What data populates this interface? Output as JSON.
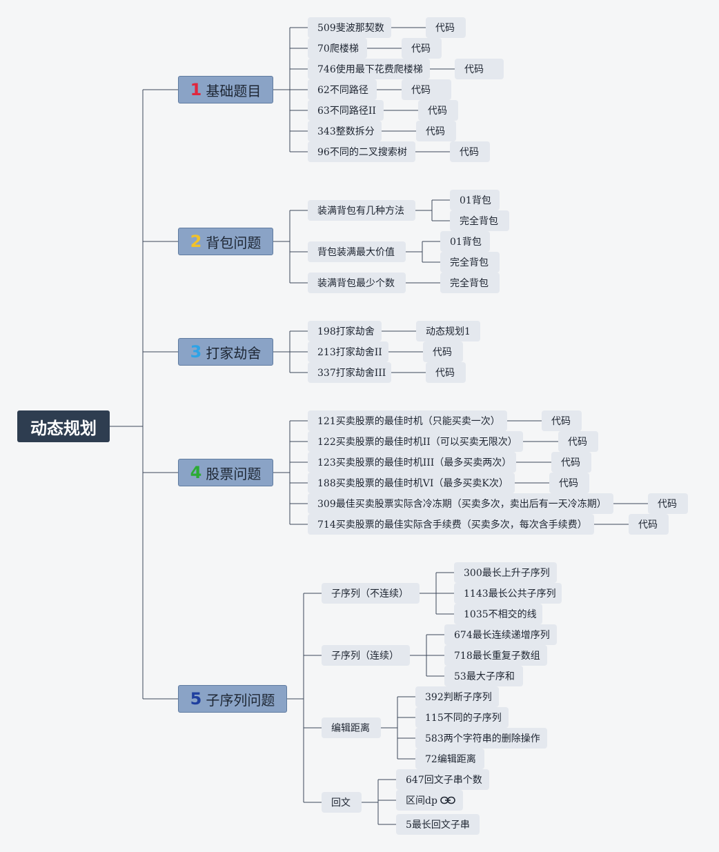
{
  "root": "动态规划",
  "colors": {
    "line": "#3a4658",
    "root_bg": "#2e3d50",
    "main_bg": "#8aa3c6",
    "leaf_bg": "#e4e8ee",
    "num_1": "#e0263d",
    "num_2": "#f2c229",
    "num_3": "#2ea3e6",
    "num_4": "#2cab34",
    "num_5": "#1f3f9e"
  },
  "branches": [
    {
      "num": "1",
      "label": "基础题目",
      "children": [
        {
          "label": "509斐波那契数",
          "children": [
            {
              "label": "代码"
            }
          ]
        },
        {
          "label": "70爬楼梯",
          "children": [
            {
              "label": "代码"
            }
          ]
        },
        {
          "label": "746使用最下花费爬楼梯",
          "children": [
            {
              "label": "代码"
            }
          ]
        },
        {
          "label": "62不同路径",
          "children": [
            {
              "label": "代码"
            }
          ]
        },
        {
          "label": "63不同路径II",
          "children": [
            {
              "label": "代码"
            }
          ]
        },
        {
          "label": "343整数拆分",
          "children": [
            {
              "label": "代码"
            }
          ]
        },
        {
          "label": "96不同的二叉搜索树",
          "children": [
            {
              "label": "代码"
            }
          ]
        }
      ]
    },
    {
      "num": "2",
      "label": "背包问题",
      "children": [
        {
          "label": "装满背包有几种方法",
          "children": [
            {
              "label": "01背包"
            },
            {
              "label": "完全背包"
            }
          ]
        },
        {
          "label": "背包装满最大价值",
          "children": [
            {
              "label": "01背包"
            },
            {
              "label": "完全背包"
            }
          ]
        },
        {
          "label": "装满背包最少个数",
          "children": [
            {
              "label": "完全背包"
            }
          ]
        }
      ]
    },
    {
      "num": "3",
      "label": "打家劫舍",
      "children": [
        {
          "label": "198打家劫舍",
          "children": [
            {
              "label": "动态规划1"
            }
          ]
        },
        {
          "label": "213打家劫舍II",
          "children": [
            {
              "label": "代码"
            }
          ]
        },
        {
          "label": "337打家劫舍III",
          "children": [
            {
              "label": "代码"
            }
          ]
        }
      ]
    },
    {
      "num": "4",
      "label": "股票问题",
      "children": [
        {
          "label": "121买卖股票的最佳时机（只能买卖一次）",
          "children": [
            {
              "label": "代码"
            }
          ]
        },
        {
          "label": "122买卖股票的最佳时机II（可以买卖无限次）",
          "children": [
            {
              "label": "代码"
            }
          ]
        },
        {
          "label": "123买卖股票的最佳时机III（最多买卖两次）",
          "children": [
            {
              "label": "代码"
            }
          ]
        },
        {
          "label": "188买卖股票的最佳时机VI（最多买卖K次）",
          "children": [
            {
              "label": "代码"
            }
          ]
        },
        {
          "label": "309最佳买卖股票实际含冷冻期（买卖多次，卖出后有一天冷冻期）",
          "children": [
            {
              "label": "代码"
            }
          ]
        },
        {
          "label": "714买卖股票的最佳实际含手续费（买卖多次，每次含手续费）",
          "children": [
            {
              "label": "代码"
            }
          ]
        }
      ]
    },
    {
      "num": "5",
      "label": "子序列问题",
      "children": [
        {
          "label": "子序列（不连续）",
          "children": [
            {
              "label": "300最长上升子序列"
            },
            {
              "label": "1143最长公共子序列"
            },
            {
              "label": "1035不相交的线"
            }
          ]
        },
        {
          "label": "子序列（连续）",
          "children": [
            {
              "label": "674最长连续递增序列"
            },
            {
              "label": "718最长重复子数组"
            },
            {
              "label": "53最大子序和"
            }
          ]
        },
        {
          "label": "编辑距离",
          "children": [
            {
              "label": "392判断子序列"
            },
            {
              "label": "115不同的子序列"
            },
            {
              "label": "583两个字符串的删除操作"
            },
            {
              "label": "72编辑距离"
            }
          ]
        },
        {
          "label": "回文",
          "children": [
            {
              "label": "647回文子串个数"
            },
            {
              "label": "区间dp",
              "link": true
            },
            {
              "label": "5最长回文子串"
            }
          ]
        }
      ]
    }
  ]
}
